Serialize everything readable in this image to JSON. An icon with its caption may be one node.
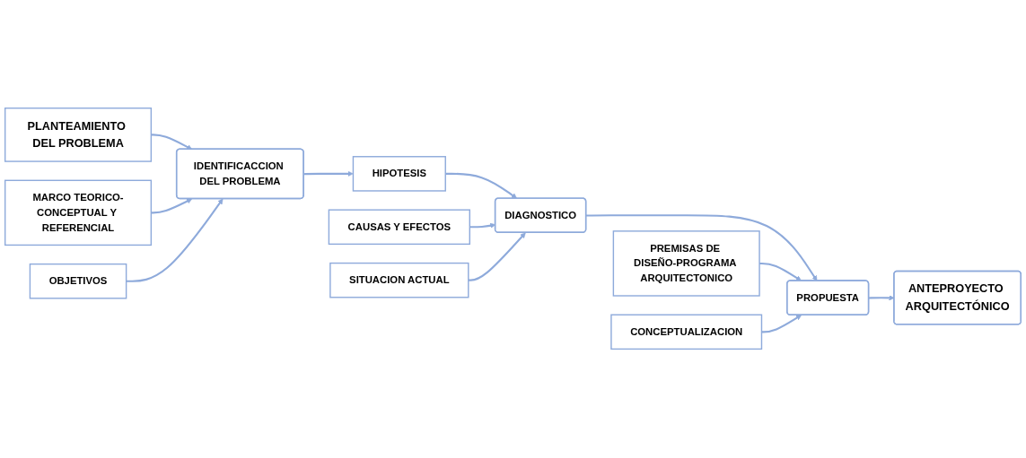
{
  "diagram": {
    "nodes": [
      {
        "text": [
          "PLANTEAMIENTO DEL PROBLEMA"
        ]
      },
      {
        "text": [
          "MARCO TEORICO-CONCEPTUAL Y REFERENCIAL"
        ]
      },
      {
        "text": [
          "IDENTIFICACCION DEL PROBLEMA"
        ]
      },
      {
        "text": [
          "OBJETIVOS"
        ]
      },
      {
        "text": [
          "HIPOTESIS"
        ]
      },
      {
        "text": [
          "CAUSAS Y EFECTOS"
        ]
      },
      {
        "text": [
          "DIAGNOSTICO"
        ]
      },
      {
        "text": [
          "SITUACION ACTUAL"
        ]
      },
      {
        "text": [
          "PREMISAS DE DISEÑO-PROGRAMA ARQUITECTONICO"
        ]
      },
      {
        "text": [
          "PROPUESTA"
        ]
      },
      {
        "text": [
          "CONCEPTUALIZACION"
        ]
      },
      {
        "text": [
          "ANTEPROYECTO ARQUITECTÓNICO"
        ]
      }
    ],
    "edges": [
      {
        "from": 0,
        "to": 2,
        "arrow": "to"
      },
      {
        "from": 1,
        "to": 2,
        "arrow": "to"
      },
      {
        "from": 3,
        "to": 2,
        "arrow": "to"
      },
      {
        "from": 2,
        "to": 4,
        "arrow": "to"
      },
      {
        "from": 4,
        "to": 6,
        "arrow": "to"
      },
      {
        "from": 5,
        "to": 6,
        "arrow": "to"
      },
      {
        "from": 7,
        "to": 6,
        "arrow": "to"
      },
      {
        "from": 6,
        "to": 9,
        "arrow": "to"
      },
      {
        "from": 8,
        "to": 9,
        "arrow": "to"
      },
      {
        "from": 10,
        "to": 9,
        "arrow": "to"
      },
      {
        "from": 9,
        "to": 11,
        "arrow": "to"
      }
    ]
  }
}
